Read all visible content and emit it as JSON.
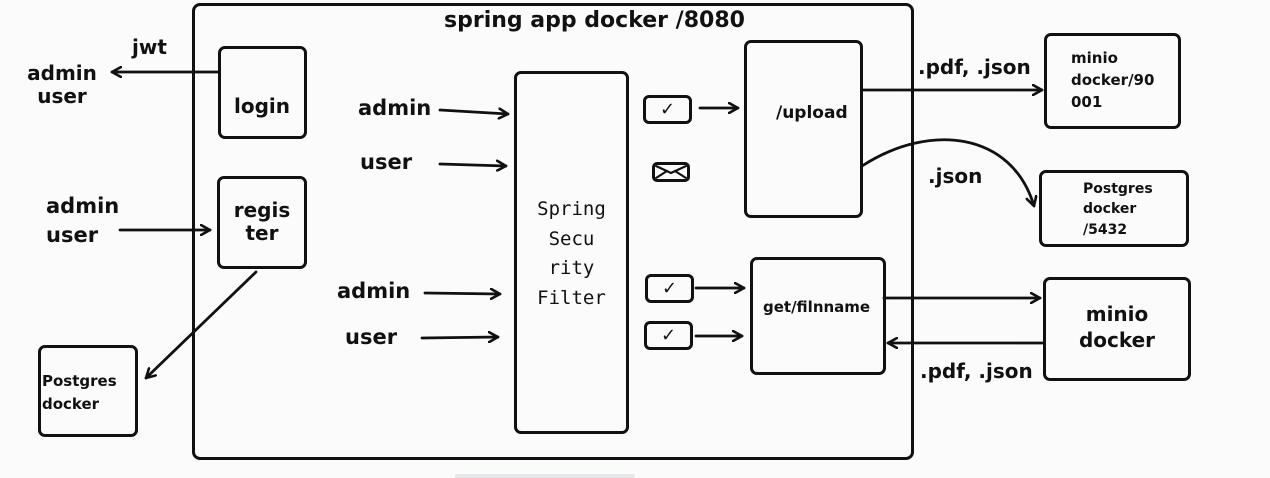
{
  "diagram": {
    "container_title": "spring app docker /8080",
    "boxes": {
      "login": "login",
      "register": "regis\nter",
      "security_filter": "Spring\nSecu\nrity\nFilter",
      "upload": "/upload",
      "get_filename": "get/filnname",
      "minio_upload": "minio\ndocker/90\n001",
      "postgres_upload": "Postgres\ndocker\n/5432",
      "minio_get": "minio\ndocker",
      "postgres_register": "Postgres\ndocker"
    },
    "labels": {
      "jwt": "jwt",
      "login_output_actor": "admin\nuser",
      "register_input_actor": "admin\nuser",
      "filter_in_admin_1": "admin",
      "filter_in_user_1": "user",
      "filter_in_admin_2": "admin",
      "filter_in_user_2": "user",
      "upload_to_minio": ".pdf, .json",
      "upload_to_postgres": ".json",
      "minio_to_get": ".pdf, .json"
    },
    "icons": {
      "check": "✓"
    }
  }
}
